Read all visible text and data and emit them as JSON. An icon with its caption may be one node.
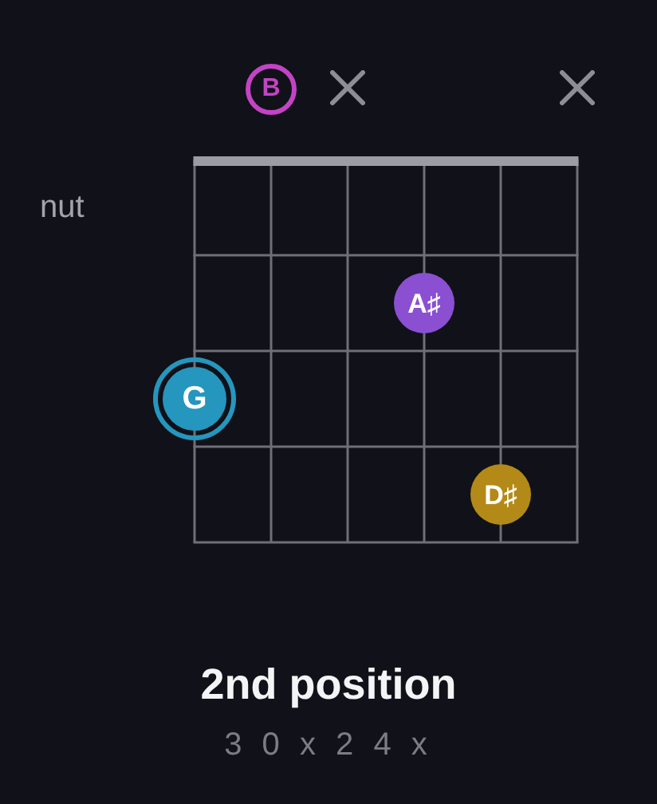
{
  "diagram": {
    "title": "2nd position",
    "caption": "3 0 x 2 4 x",
    "nodes": [
      {
        "text": [
          "B"
        ]
      },
      {
        "text": [
          "A♯"
        ]
      },
      {
        "text": [
          "G"
        ]
      },
      {
        "text": [
          "D♯"
        ]
      }
    ],
    "labels": [
      "nut"
    ]
  }
}
